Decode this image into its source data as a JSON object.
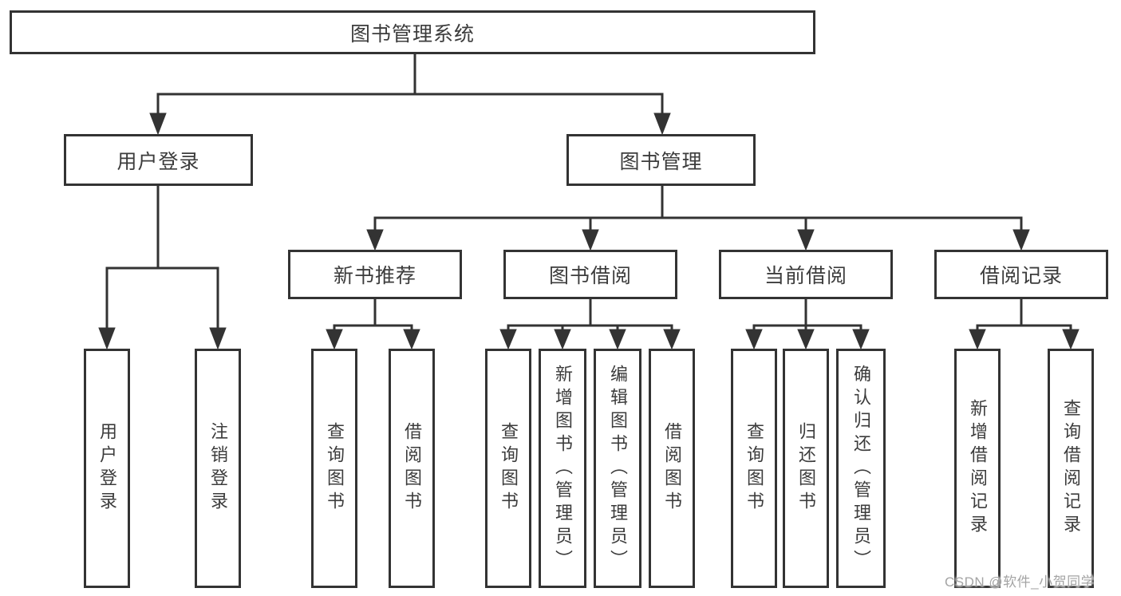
{
  "title": "图书管理系统",
  "watermark": "CSDN @软件_小贺同学",
  "colors": {
    "line": "#333333",
    "box_border": "#333333",
    "box_background": "#ffffff",
    "text": "#3c3c3c",
    "watermark": "#a4a4a4"
  },
  "root": {
    "label": "图书管理系统"
  },
  "level2": [
    {
      "label": "用户登录"
    },
    {
      "label": "图书管理"
    }
  ],
  "level3": [
    {
      "label": "新书推荐"
    },
    {
      "label": "图书借阅"
    },
    {
      "label": "当前借阅"
    },
    {
      "label": "借阅记录"
    }
  ],
  "leaves": {
    "user_login": [
      {
        "label": "用户登录"
      },
      {
        "label": "注销登录"
      }
    ],
    "new_books": [
      {
        "label": "查询图书"
      },
      {
        "label": "借阅图书"
      }
    ],
    "book_borrow": [
      {
        "label": "查询图书"
      },
      {
        "label": "新增图书（管理员）"
      },
      {
        "label": "编辑图书（管理员）"
      },
      {
        "label": "借阅图书"
      }
    ],
    "current_borrow": [
      {
        "label": "查询图书"
      },
      {
        "label": "归还图书"
      },
      {
        "label": "确认归还（管理员）"
      }
    ],
    "borrow_records": [
      {
        "label": "新增借阅记录"
      },
      {
        "label": "查询借阅记录"
      }
    ]
  }
}
